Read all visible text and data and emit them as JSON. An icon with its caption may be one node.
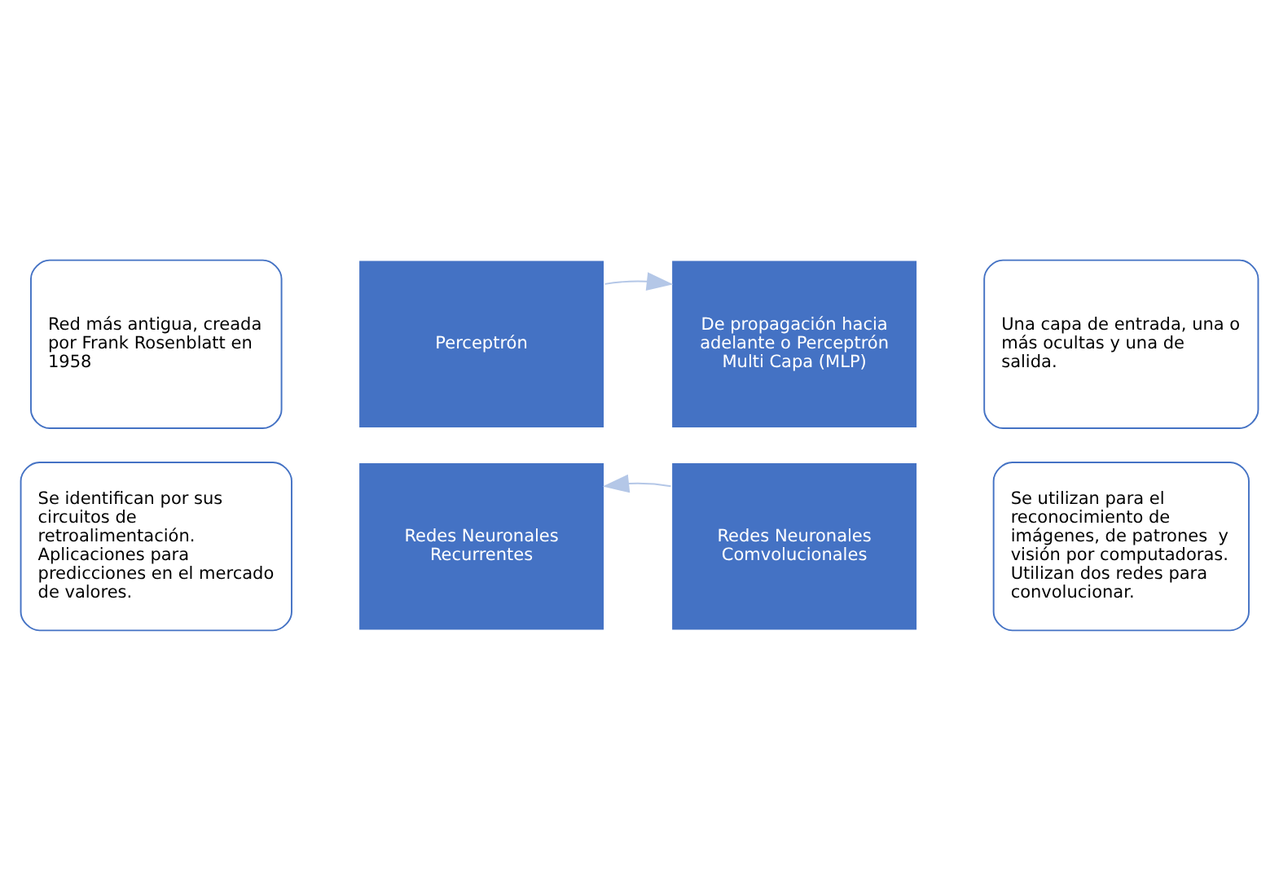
{
  "diagram": {
    "nodes": [
      {
        "text": [
          "Red más antigua, creada por Frank Rosenblatt en 1958"
        ]
      },
      {
        "text": [
          "Una capa de entrada, una o más ocultas y una de salida."
        ]
      },
      {
        "text": [
          "Perceptrón"
        ]
      },
      {
        "text": [
          "De propagación hacia adelante o Perceptrón Multi Capa (MLP)"
        ]
      },
      {
        "text": [
          "Redes Neuronales Recurrentes"
        ]
      },
      {
        "text": [
          "Redes Neuronales Comvolucionales"
        ]
      },
      {
        "text": [
          "Se identifican por sus circuitos de retroalimentación. Aplicaciones para predicciones en el mercado de valores."
        ]
      },
      {
        "text": [
          "Se utilizan para el reconocimiento de imágenes, de patrones  y visión por computadoras. Utilizan dos redes para convolucionar."
        ]
      }
    ],
    "edges": [
      {
        "from": 2,
        "to": 3,
        "arrow": "to",
        "color": "#b4c7e7"
      },
      {
        "from": 5,
        "to": 4,
        "arrow": "to",
        "color": "#b4c7e7"
      }
    ]
  }
}
